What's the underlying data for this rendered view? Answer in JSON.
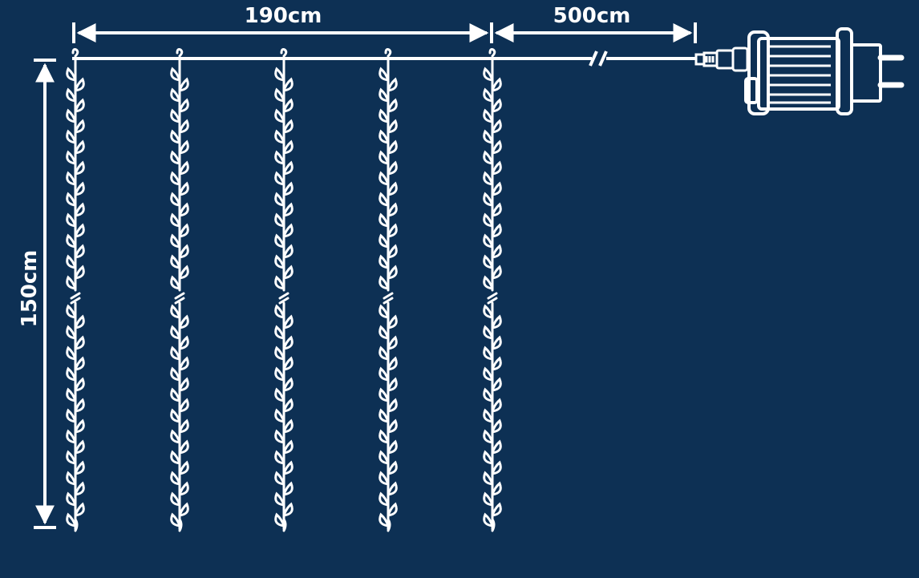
{
  "diagram": {
    "width_label": "190cm",
    "lead_label": "500cm",
    "height_label": "150cm",
    "strand_count": 5,
    "colors": {
      "background": "#0d3054",
      "line": "#ffffff"
    },
    "icons": [
      "curtain-strand-icon",
      "connector-plug-icon",
      "power-adapter-icon"
    ]
  }
}
